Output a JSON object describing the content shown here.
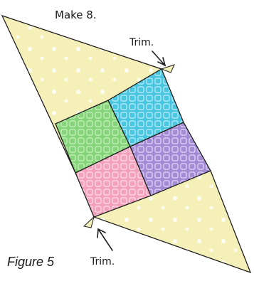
{
  "labels": {
    "instruction": "Make 8.",
    "trim_top": "Trim.",
    "trim_bottom": "Trim.",
    "figure": "Figure 5"
  },
  "colors": {
    "background_fabric": "#f5f0b8",
    "green_fabric": "#86d57a",
    "blue_fabric": "#4bc6e0",
    "pink_fabric": "#f4a2bb",
    "purple_fabric": "#a48bd6",
    "outline": "#1f1f1f"
  }
}
